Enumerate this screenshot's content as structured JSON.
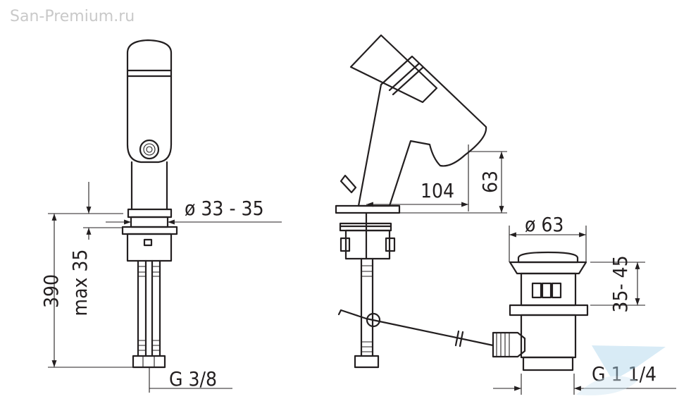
{
  "watermark": "San-Premium.ru",
  "dimensions": {
    "diameter_hose": "ø 33 - 35",
    "height_total": "390",
    "max_thickness": "max 35",
    "thread_supply": "G 3/8",
    "spout_reach": "104",
    "spout_height": "63",
    "waste_diameter": "ø 63",
    "waste_range": "35- 45",
    "waste_thread": "G 1 1/4"
  },
  "colors": {
    "line": "#231f20",
    "watermark": "#c9c9c9",
    "logo": "#a9d3ea"
  }
}
